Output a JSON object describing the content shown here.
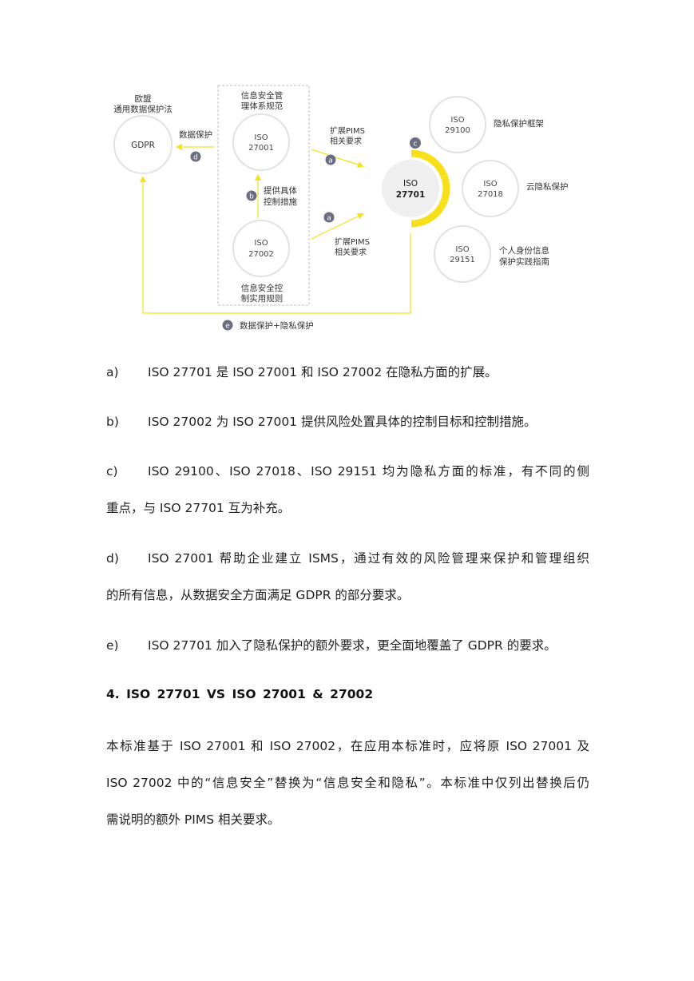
{
  "diagram": {
    "gdpr": {
      "label_line1": "欧盟",
      "label_line2": "通用数据保护法",
      "text": "GDPR"
    },
    "iso27001": {
      "label_line1": "信息安全管",
      "label_line2": "理体系规范",
      "line1": "ISO",
      "line2": "27001"
    },
    "iso27002": {
      "label_line1": "信息安全控",
      "label_line2": "制实用规则",
      "line1": "ISO",
      "line2": "27002"
    },
    "iso27701": {
      "line1": "ISO",
      "line2": "27701"
    },
    "iso29100": {
      "line1": "ISO",
      "line2": "29100",
      "label": "隐私保护框架"
    },
    "iso27018": {
      "line1": "ISO",
      "line2": "27018",
      "label": "云隐私保护"
    },
    "iso29151": {
      "line1": "ISO",
      "line2": "29151",
      "label_line1": "个人身份信息",
      "label_line2": "保护实践指南"
    },
    "arrow_d_label": "数据保护",
    "arrow_b_line1": "提供具体",
    "arrow_b_line2": "控制措施",
    "arrow_a_top_line1": "扩展PIMS",
    "arrow_a_top_line2": "相关要求",
    "arrow_a_bottom_line1": "扩展PIMS",
    "arrow_a_bottom_line2": "相关要求",
    "bottom_label": "数据保护+隐私保护",
    "badges": {
      "a": "a",
      "b": "b",
      "c": "c",
      "d": "d",
      "e": "e"
    },
    "colors": {
      "accent": "#F7E01A",
      "badge": "#6B6D80",
      "circle_border": "#E2E2E2",
      "center_fill": "#EFEFEF"
    }
  },
  "items": [
    {
      "label": "a)",
      "line1": "ISO  27701 是 ISO  27001 和 ISO  27002 在隐私方面的扩展。"
    },
    {
      "label": "b)",
      "line1": "ISO  27002 为 ISO  27001 提供风险处置具体的控制目标和控制措施。"
    },
    {
      "label": "c)",
      "line1": "ISO  29100、ISO  27018、ISO  29151 均为隐私方面的标准，有不同的侧",
      "line2": "重点，与 ISO  27701 互为补充。"
    },
    {
      "label": "d)",
      "line1": "ISO  27001 帮助企业建立 ISMS，通过有效的风险管理来保护和管理组织",
      "line2": "的所有信息，从数据安全方面满足 GDPR 的部分要求。"
    },
    {
      "label": "e)",
      "line1": "ISO  27701 加入了隐私保护的额外要求，更全面地覆盖了 GDPR 的要求。"
    }
  ],
  "section_heading": "4.  ISO  27701  VS  ISO  27001  &  27002",
  "body": {
    "line1": "本标准基于 ISO  27001 和 ISO  27002，在应用本标准时，应将原 ISO  27001 及",
    "line2": "ISO  27002 中的“信息安全”替换为“信息安全和隐私”。本标准中仅列出替换后仍",
    "line3": "需说明的额外 PIMS 相关要求。"
  }
}
